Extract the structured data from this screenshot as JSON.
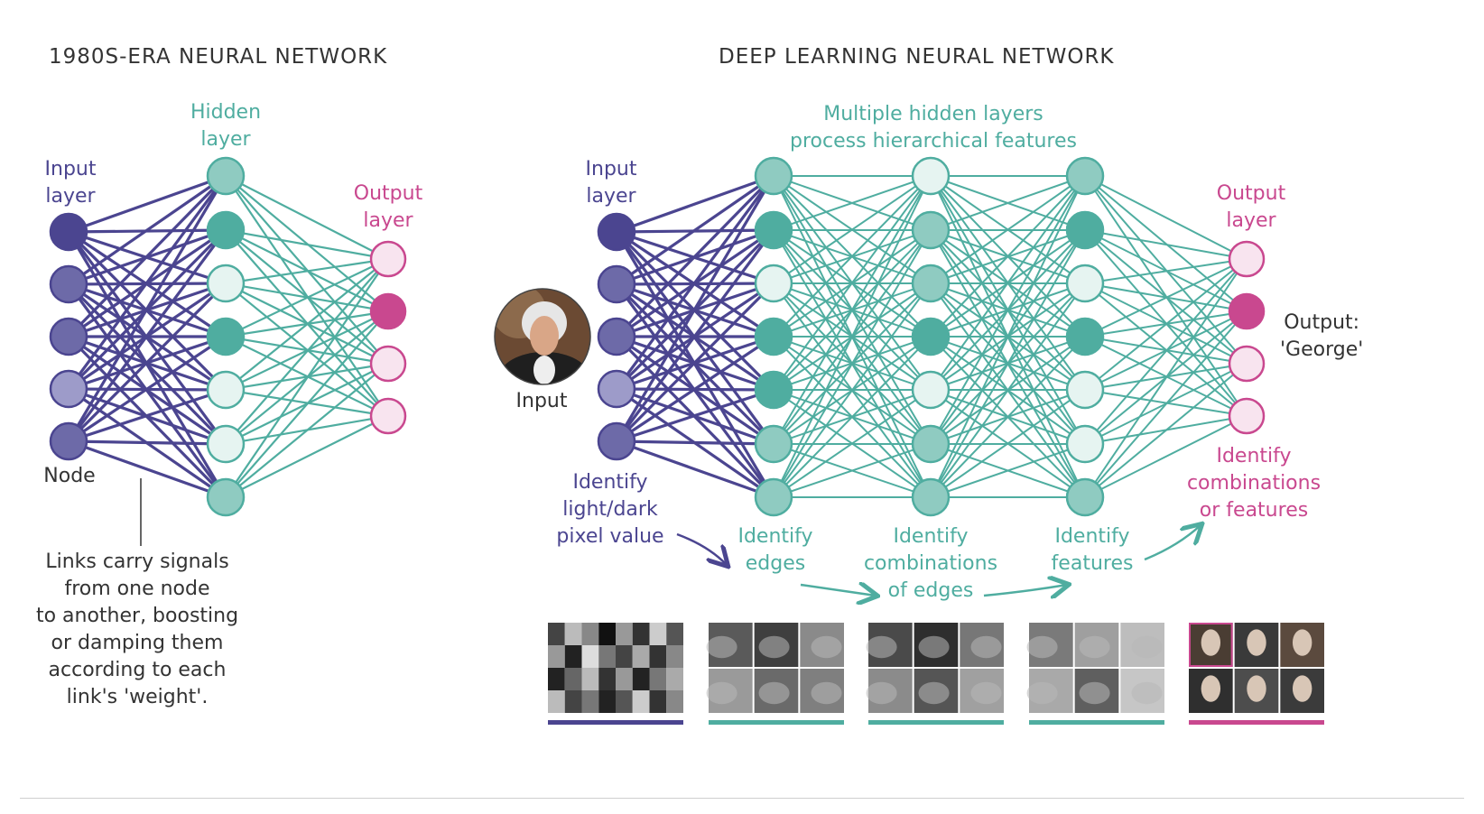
{
  "colors": {
    "purple_dark": "#4b4590",
    "purple_mid": "#6d6aa8",
    "purple_light": "#9d9bc9",
    "teal_dark": "#4fada0",
    "teal_mid": "#8fcbc1",
    "teal_light": "#e6f4f1",
    "pink": "#c9488f",
    "pink_light": "#f8e4ef",
    "text_gray": "#333333"
  },
  "left_network": {
    "title": "1980S-ERA NEURAL NETWORK",
    "input_label": [
      "Input",
      "layer"
    ],
    "hidden_label": [
      "Hidden",
      "layer"
    ],
    "output_label": [
      "Output",
      "layer"
    ],
    "node_label": "Node",
    "links_note": [
      "Links carry signals",
      "from one node",
      "to another, boosting",
      "or damping them",
      "according to each",
      "link's 'weight'."
    ],
    "input_node_shades": [
      "dark",
      "mid",
      "mid",
      "light",
      "mid"
    ],
    "hidden_node_shades": [
      "mid",
      "dark",
      "light",
      "dark",
      "light",
      "light",
      "mid"
    ],
    "output_node_shades": [
      "light",
      "active",
      "light",
      "light"
    ]
  },
  "right_network": {
    "title": "DEEP LEARNING NEURAL NETWORK",
    "input_label": [
      "Input",
      "layer"
    ],
    "hidden_label": [
      "Multiple hidden layers",
      "process hierarchical features"
    ],
    "output_label": [
      "Output",
      "layer"
    ],
    "input_image_label": "Input",
    "output_result": [
      "Output:",
      "'George'"
    ],
    "input_node_shades": [
      "dark",
      "mid",
      "mid",
      "light",
      "mid"
    ],
    "hidden_layers": [
      [
        "mid",
        "dark",
        "light",
        "dark",
        "dark",
        "mid",
        "mid"
      ],
      [
        "light",
        "mid",
        "mid",
        "dark",
        "light",
        "mid",
        "mid"
      ],
      [
        "mid",
        "dark",
        "light",
        "dark",
        "light",
        "light",
        "mid"
      ]
    ],
    "output_node_shades": [
      "light",
      "active",
      "light",
      "light"
    ],
    "stages": [
      [
        "Identify",
        "light/dark",
        "pixel value"
      ],
      [
        "Identify",
        "edges"
      ],
      [
        "Identify",
        "combinations",
        "of edges"
      ],
      [
        "Identify",
        "features"
      ],
      [
        "Identify",
        "combinations",
        "or features"
      ]
    ],
    "thumbnail_groups": [
      "pixel-grid",
      "edges",
      "edge-combinations",
      "features",
      "faces"
    ]
  }
}
